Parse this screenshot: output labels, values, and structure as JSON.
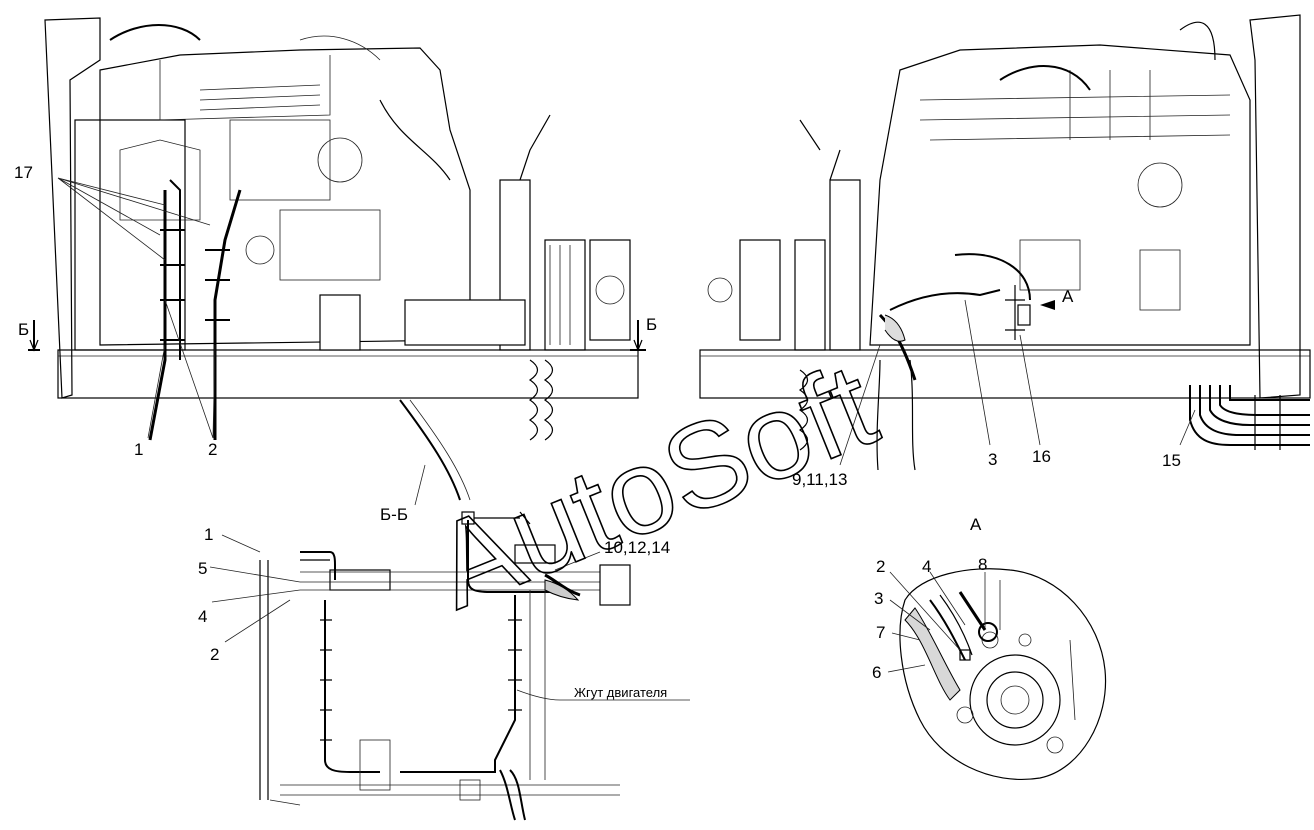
{
  "labels": {
    "l17": "17",
    "l1_top": "1",
    "l2_top": "2",
    "b_left": "Б",
    "b_right": "Б",
    "l3": "3",
    "l16": "16",
    "l15": "15",
    "l9_11_13": "9,11,13",
    "a_arrow": "А",
    "bb": "Б-Б",
    "a_title": "А",
    "l10_12_14": "10,12,14",
    "s1": "1",
    "s5": "5",
    "s4": "4",
    "s2": "2",
    "harness": "Жгут двигателя",
    "d2": "2",
    "d4": "4",
    "d8": "8",
    "d3": "3",
    "d7": "7",
    "d6": "6"
  },
  "watermark": "AutoSoft"
}
